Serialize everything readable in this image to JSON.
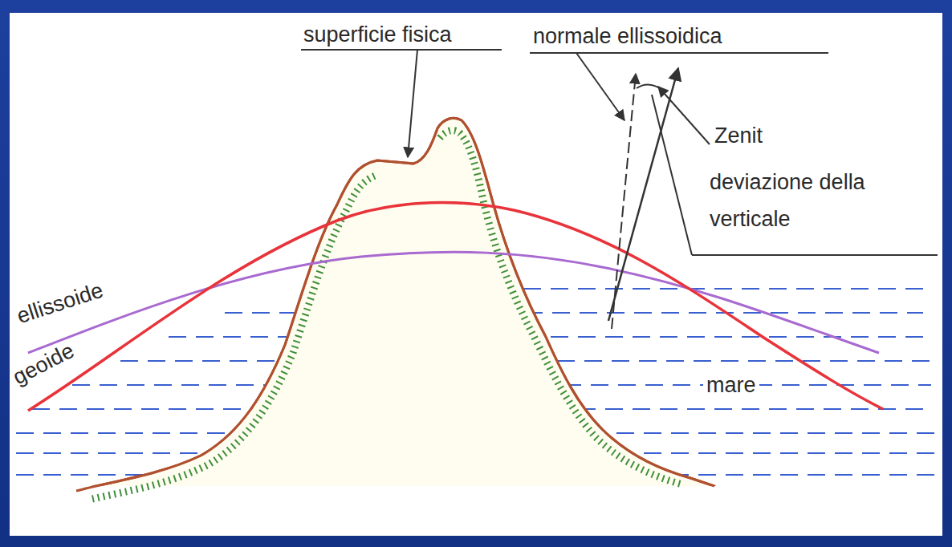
{
  "diagram": {
    "labels": [
      "superficie fisica",
      "normale ellissoidica",
      "Zenit",
      "deviazione della verticale",
      "ellissoide",
      "geoide",
      "mare"
    ]
  }
}
